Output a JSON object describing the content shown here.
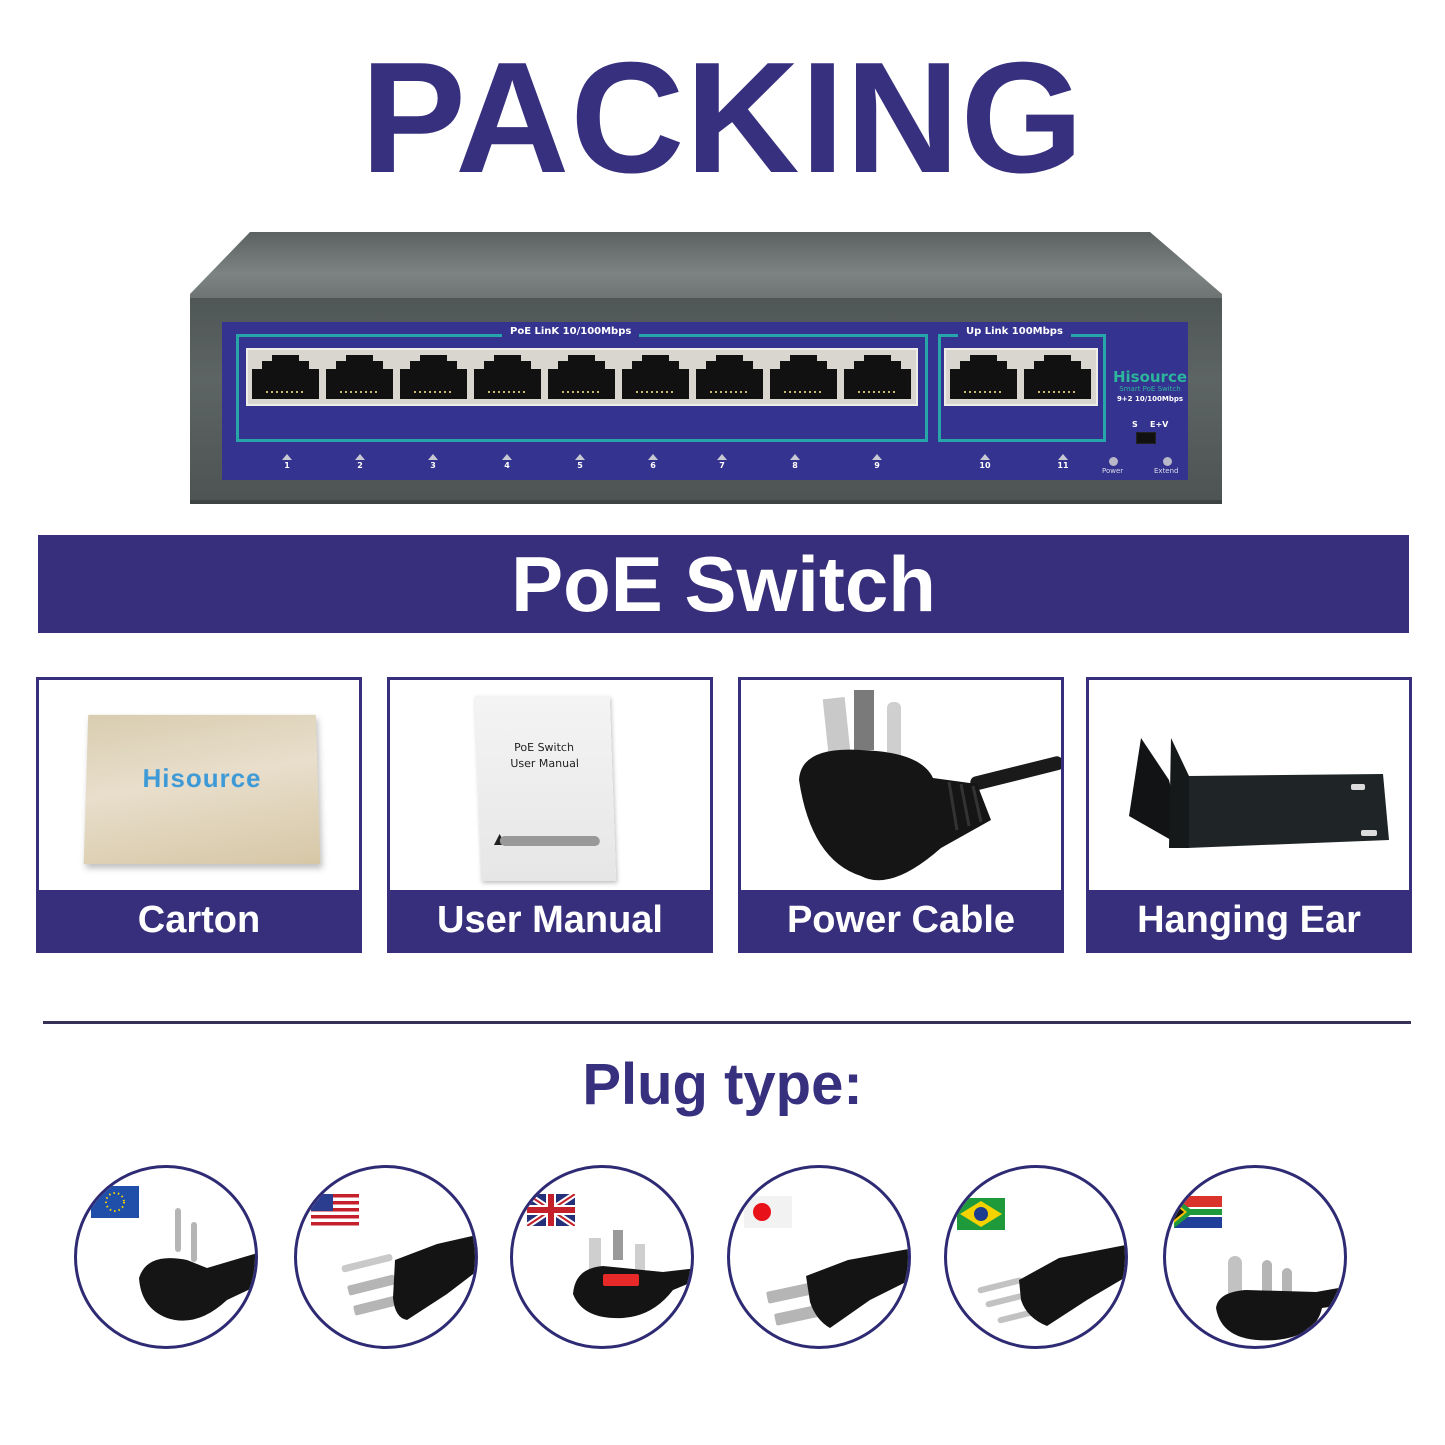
{
  "page": {
    "title": "PACKING",
    "accent_color": "#372f7c"
  },
  "switch": {
    "poe_group_label": "PoE LinK  10/100Mbps",
    "uplink_group_label": "Up Link  100Mbps",
    "poe_ports": [
      "1",
      "2",
      "3",
      "4",
      "5",
      "6",
      "7",
      "8",
      "9"
    ],
    "uplink_ports": [
      "10",
      "11"
    ],
    "brand": {
      "name": "Hisource",
      "subtitle": "Smart PoE Switch",
      "spec": "9+2 10/100Mbps"
    },
    "dip_switch": {
      "left_label": "S",
      "right_label": "E+V"
    },
    "leds": [
      "Power",
      "Extend"
    ]
  },
  "banner": {
    "label": "PoE Switch"
  },
  "contents": [
    {
      "label": "Carton",
      "image_text": "Hisource"
    },
    {
      "label": "User Manual",
      "image_text": [
        "PoE Switch",
        "User Manual"
      ]
    },
    {
      "label": "Power Cable"
    },
    {
      "label": "Hanging Ear"
    }
  ],
  "plug_section": {
    "heading": "Plug type:",
    "types": [
      {
        "region": "EU",
        "flag": "eu-flag"
      },
      {
        "region": "US",
        "flag": "us-flag"
      },
      {
        "region": "UK",
        "flag": "uk-flag"
      },
      {
        "region": "JP",
        "flag": "jp-flag"
      },
      {
        "region": "BR",
        "flag": "br-flag"
      },
      {
        "region": "ZA",
        "flag": "za-flag"
      }
    ]
  }
}
